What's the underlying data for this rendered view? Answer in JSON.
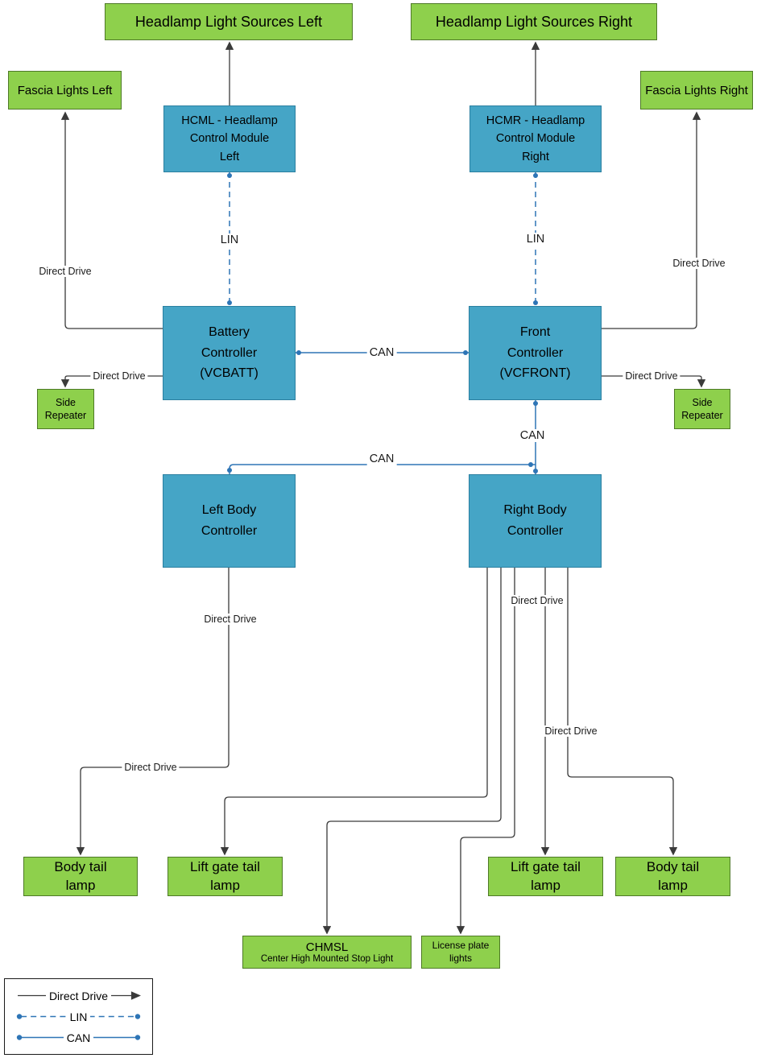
{
  "nodes": {
    "headlamp_left": {
      "label": "Headlamp Light Sources Left"
    },
    "headlamp_right": {
      "label": "Headlamp Light Sources Right"
    },
    "fascia_left": {
      "label": "Fascia Lights Left"
    },
    "fascia_right": {
      "label": "Fascia Lights Right"
    },
    "hcml": {
      "label": "HCML - Headlamp\nControl Module\nLeft"
    },
    "hcmr": {
      "label": "HCMR - Headlamp\nControl Module\nRight"
    },
    "battery_controller": {
      "label": "Battery\nController\n(VCBATT)"
    },
    "front_controller": {
      "label": "Front\nController\n(VCFRONT)"
    },
    "side_repeater_left": {
      "label": "Side\nRepeater"
    },
    "side_repeater_right": {
      "label": "Side\nRepeater"
    },
    "left_body_controller": {
      "label": "Left Body\nController"
    },
    "right_body_controller": {
      "label": "Right Body\nController"
    },
    "body_tail_lamp_left": {
      "label": "Body tail\nlamp"
    },
    "lift_gate_tail_lamp_left": {
      "label": "Lift gate tail\nlamp"
    },
    "lift_gate_tail_lamp_right": {
      "label": "Lift gate tail\nlamp"
    },
    "body_tail_lamp_right": {
      "label": "Body tail\nlamp"
    },
    "chmsl": {
      "title": "CHMSL",
      "subtitle": "Center High Mounted Stop Light"
    },
    "license_plate_lights": {
      "label": "License plate\nlights"
    }
  },
  "edge_labels": {
    "lin_left": "LIN",
    "lin_right": "LIN",
    "can_battery_front": "CAN",
    "can_front_down": "CAN",
    "can_body_branch": "CAN",
    "dd_fascia_left": "Direct Drive",
    "dd_fascia_right": "Direct Drive",
    "dd_side_left": "Direct Drive",
    "dd_side_right": "Direct Drive",
    "dd_left_body_vertical": "Direct Drive",
    "dd_left_body_horizontal": "Direct Drive",
    "dd_right_body_upper": "Direct Drive",
    "dd_right_body_lower": "Direct Drive"
  },
  "legend": {
    "items": [
      {
        "label": "Direct Drive",
        "type": "direct-drive"
      },
      {
        "label": "LIN",
        "type": "lin"
      },
      {
        "label": "CAN",
        "type": "can"
      }
    ]
  },
  "colors": {
    "green_fill": "#8ED04C",
    "green_border": "#4E7A27",
    "blue_fill": "#45A5C6",
    "blue_border": "#2A7FA0",
    "bus_blue": "#2E75B6",
    "line_black": "#3A3A3A"
  }
}
